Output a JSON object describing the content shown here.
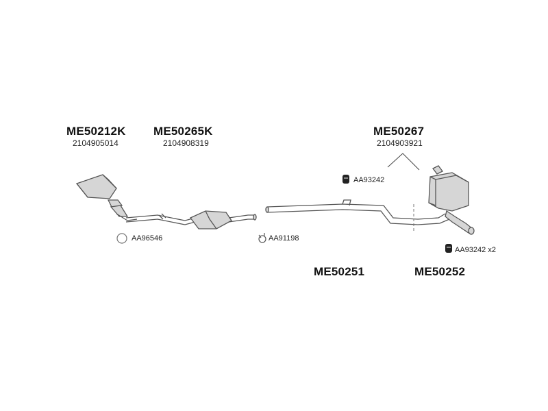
{
  "parts": {
    "cat_front": {
      "code": "ME50212K",
      "oem": "2104905014"
    },
    "cat_mid": {
      "code": "ME50265K",
      "oem": "2104908319"
    },
    "rear_silencer": {
      "code": "ME50267",
      "oem": "2104903921"
    },
    "middle_pipe": {
      "code": "ME50251"
    },
    "tail_pipe": {
      "code": "ME50252"
    }
  },
  "accessories": {
    "gasket": {
      "label": "AA96546",
      "icon": "gasket-ring-icon"
    },
    "clamp": {
      "label": "AA91198",
      "icon": "clamp-icon"
    },
    "hanger_top": {
      "label": "AA93242",
      "icon": "rubber-hanger-icon"
    },
    "hanger_bottom": {
      "label": "AA93242 x2",
      "icon": "rubber-hanger-icon"
    }
  },
  "colors": {
    "line": "#555555",
    "part_fill": "#d4d4d4",
    "text": "#111111"
  }
}
